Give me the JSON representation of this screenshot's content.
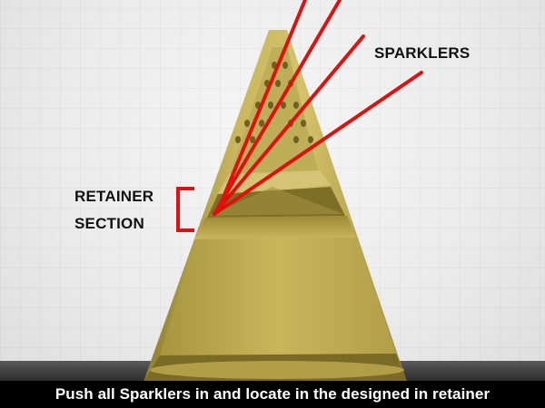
{
  "labels": {
    "sparklers": "SPARKLERS",
    "retainer_line1": "RETAINER",
    "retainer_line2": "SECTION"
  },
  "caption": "Push all Sparklers in and locate in the designed in retainer",
  "colors": {
    "cone_body": "#c4b056",
    "cone_dark": "#8f7e2e",
    "sparkler_lines": "#e01010",
    "bracket": "#e01010",
    "floor": "#3a3a3a",
    "caption_bg": "#000000",
    "caption_text": "#ffffff"
  }
}
